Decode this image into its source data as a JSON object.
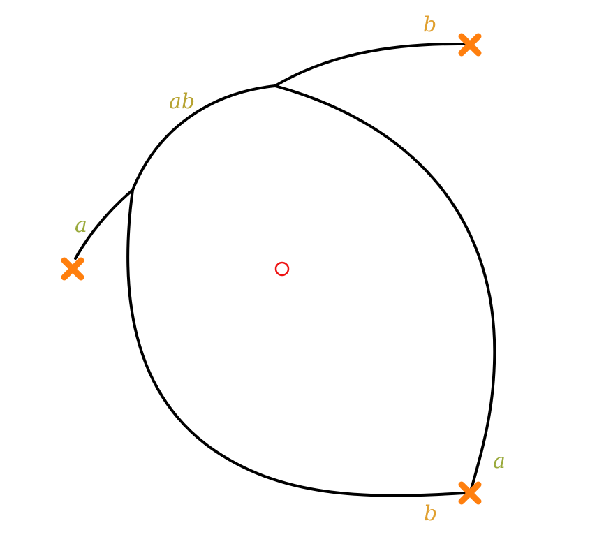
{
  "labels": {
    "a_left": "a",
    "ab_top": "ab",
    "b_top": "b",
    "a_bottom": "a",
    "b_bottom": "b"
  },
  "colors": {
    "curve": "#000000",
    "marker": "#ff7f0e",
    "label_a": "#9aaa3c",
    "label_ab": "#b7a332",
    "label_b": "#e0a030",
    "center": "#ee1111"
  },
  "icons": {
    "marker": "x-mark-icon",
    "center": "circle-icon"
  }
}
